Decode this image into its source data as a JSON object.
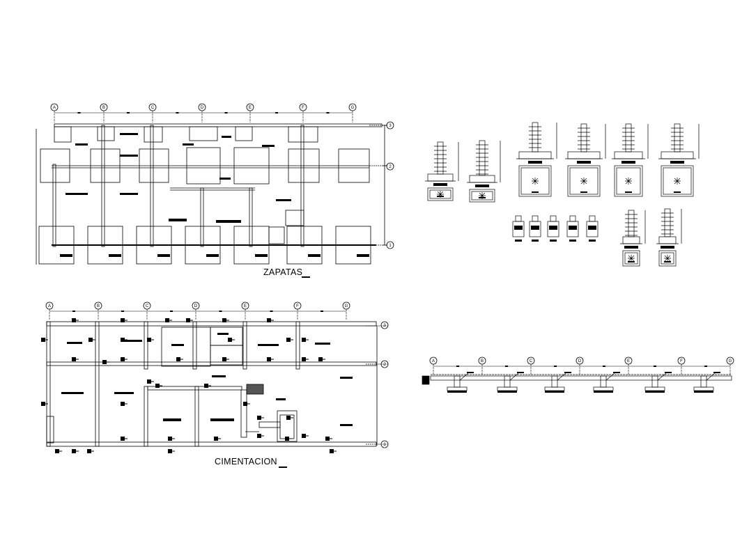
{
  "plans": {
    "zapatas": {
      "title": "ZAPATAS"
    },
    "cimentacion": {
      "title": "CIMENTACION"
    }
  },
  "grid": {
    "columns": [
      "A",
      "B",
      "C",
      "D",
      "E",
      "F",
      "G"
    ],
    "rows": [
      "1",
      "2",
      "3"
    ]
  },
  "colors": {
    "ink": "#000000",
    "paper": "#ffffff",
    "hatch": "#555555"
  }
}
